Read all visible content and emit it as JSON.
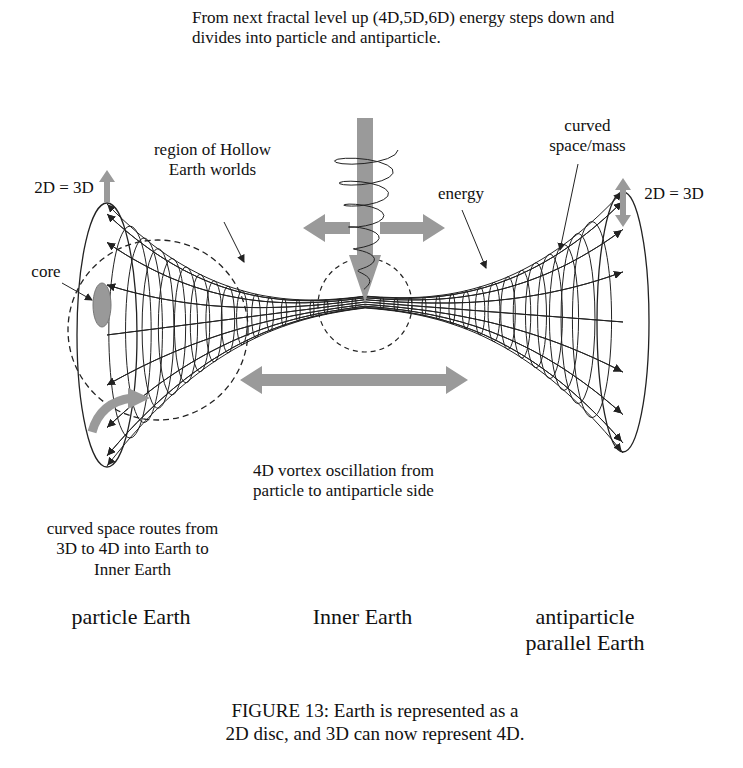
{
  "diagram": {
    "caption": "FIGURE 13: Earth is represented as a 2D disc, and 3D can now represent 4D.",
    "labels": [
      "From next fractal level up (4D,5D,6D) energy steps down and divides into particle and antiparticle.",
      "curved space/mass",
      "region of Hollow Earth worlds",
      "2D = 3D",
      "energy",
      "2D = 3D",
      "core",
      "curved space routes from 3D to 4D into Earth to Inner Earth",
      "4D vortex oscillation from particle to antiparticle side",
      "particle Earth",
      "Inner Earth",
      "antiparticle parallel Earth"
    ]
  }
}
